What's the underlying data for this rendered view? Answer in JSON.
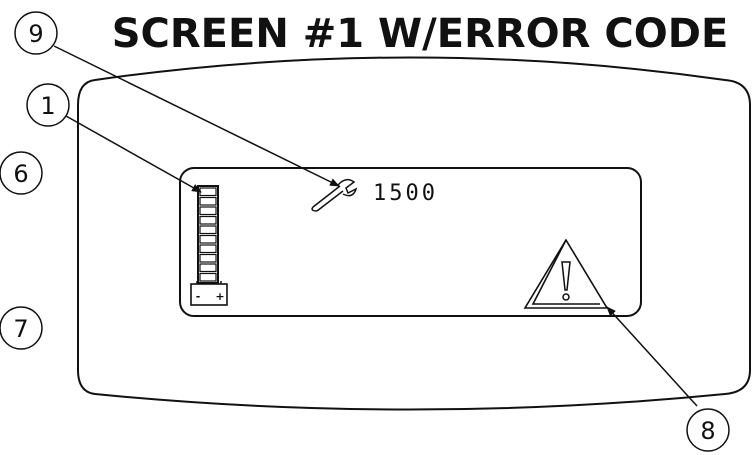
{
  "title": "SCREEN #1 W/ERROR CODE",
  "lcd": {
    "hour_meter": "1500",
    "battery_negative": "-",
    "battery_positive": "+",
    "battery_segments_total": 10
  },
  "callouts": {
    "battery_gauge": "1",
    "side_6": "6",
    "side_7": "7",
    "warning": "8",
    "wrench": "9"
  },
  "icons": [
    "battery-gauge-icon",
    "wrench-icon",
    "warning-triangle-icon"
  ],
  "colors": {
    "line": "#111111",
    "background": "#ffffff"
  }
}
